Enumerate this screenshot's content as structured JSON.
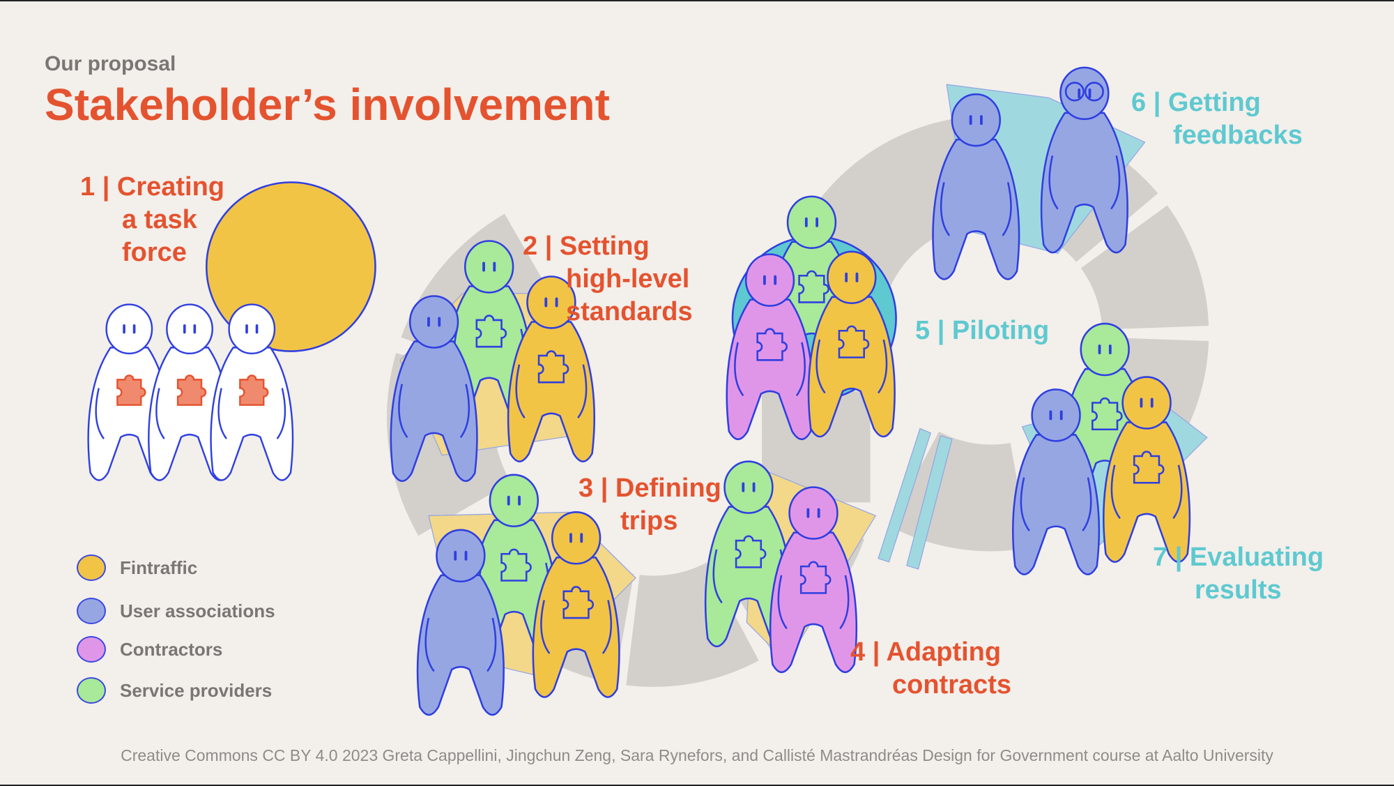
{
  "header": {
    "eyebrow": "Our proposal",
    "title": "Stakeholder’s involvement"
  },
  "steps": [
    {
      "lines": [
        "1 | Creating",
        "a task",
        "force"
      ]
    },
    {
      "lines": [
        "2 | Setting",
        "high-level",
        "standards"
      ]
    },
    {
      "lines": [
        "3 | Defining",
        "trips"
      ]
    },
    {
      "lines": [
        "4 | Adapting",
        "contracts"
      ]
    },
    {
      "lines": [
        "5 | Piloting"
      ]
    },
    {
      "lines": [
        "6 | Getting",
        "feedbacks"
      ]
    },
    {
      "lines": [
        "7 | Evaluating",
        "results"
      ]
    }
  ],
  "legend": [
    {
      "label": "Fintraffic",
      "color": "#f2c445"
    },
    {
      "label": "User associations",
      "color": "#96a6e3"
    },
    {
      "label": "Contractors",
      "color": "#e096e8"
    },
    {
      "label": "Service providers",
      "color": "#a8e99a"
    }
  ],
  "colors": {
    "accent": "#e4532f",
    "teal": "#5ec9d0",
    "outline": "#2f3fe0",
    "ring": "#d3cfcb"
  },
  "footer": "Creative Commons CC BY 4.0 2023 Greta Cappellini, Jingchun Zeng, Sara Rynefors, and Callisté Mastrandréas Design for Government course at Aalto University"
}
